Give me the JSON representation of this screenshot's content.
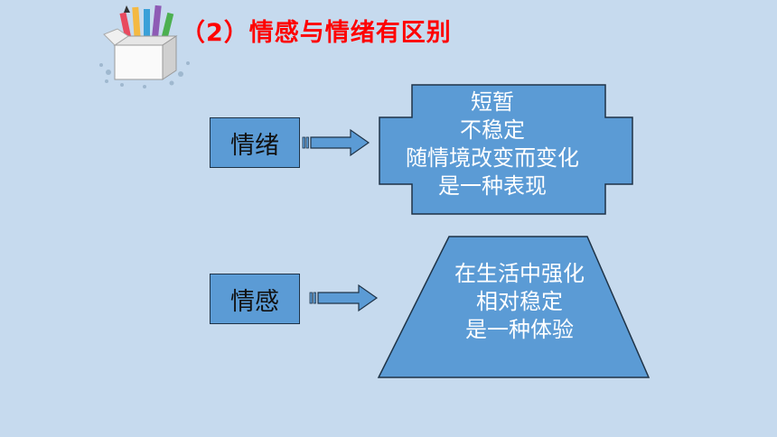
{
  "title": "（2）情感与情绪有区别",
  "left_boxes": [
    "情绪",
    "情感"
  ],
  "top_shape_lines": [
    "短暂",
    "不稳定",
    "随情境改变而变化",
    "是一种表现"
  ],
  "bottom_shape_lines": [
    "在生活中强化",
    "相对稳定",
    "是一种体验"
  ],
  "colors": {
    "background": "#c6daee",
    "shape_fill": "#5b9bd5",
    "title": "#ff0000"
  },
  "icons": [
    "pencil-box-icon"
  ]
}
